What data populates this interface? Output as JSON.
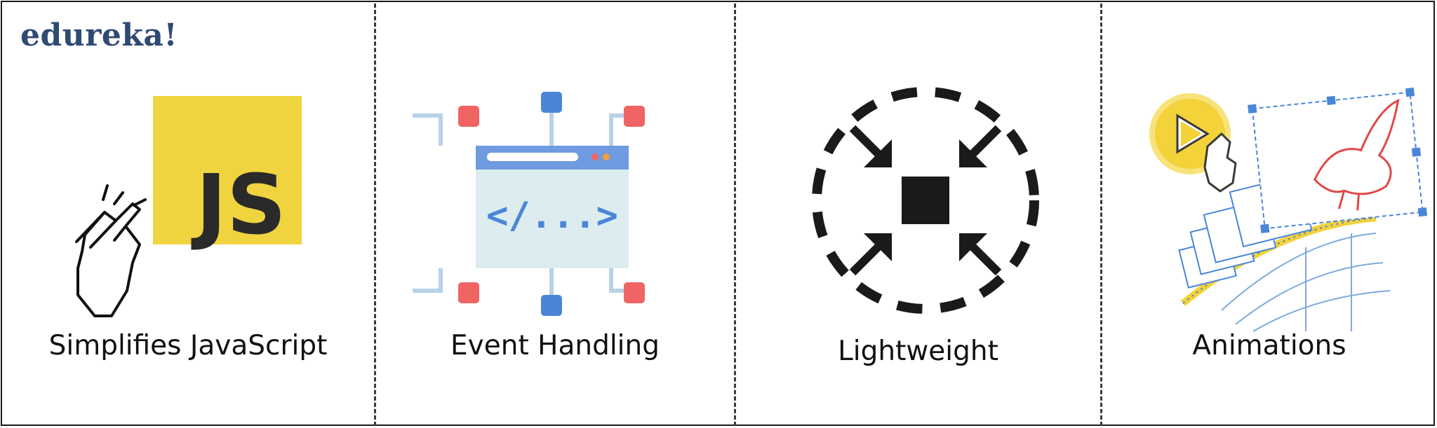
{
  "brand": {
    "name": "edureka!",
    "color": "#2f4a73"
  },
  "features": [
    {
      "label": "Simplifies JavaScript",
      "icon": "js-logo-icon"
    },
    {
      "label": "Event Handling",
      "icon": "browser-code-network-icon"
    },
    {
      "label": "Lightweight",
      "icon": "compress-arrows-icon"
    },
    {
      "label": "Animations",
      "icon": "animation-frames-icon"
    }
  ],
  "icon_text": {
    "js": "JS",
    "code": "</...>"
  },
  "colors": {
    "js_yellow": "#f0d43f",
    "node_red": "#f06464",
    "node_blue": "#4a86d8",
    "browser_bar": "#6f9be0",
    "browser_body": "#dcecef",
    "dark": "#1a1a1a",
    "anim_red": "#e04848",
    "anim_blue": "#4a86d8",
    "anim_yellow": "#f3d23a"
  }
}
